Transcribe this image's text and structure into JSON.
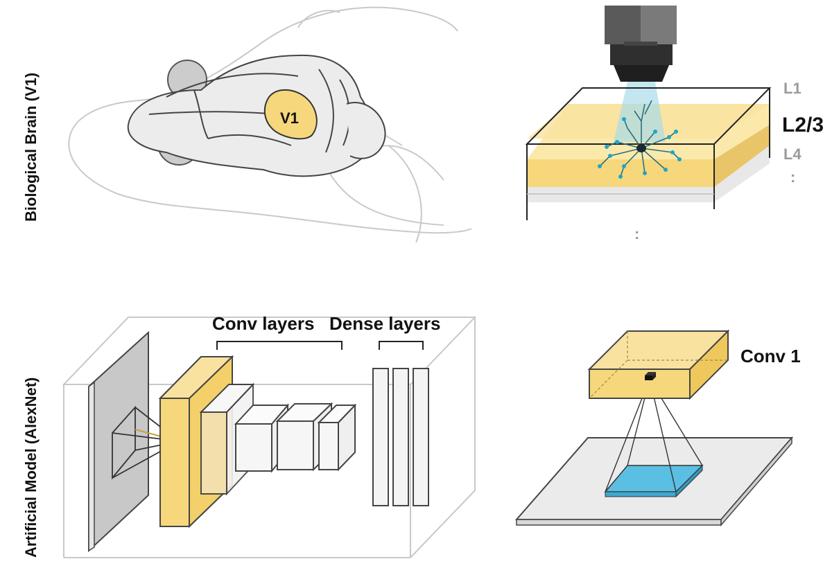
{
  "rows": {
    "top_label": "Biological Brain (V1)",
    "bottom_label": "Artificial Model (AlexNet)"
  },
  "brain": {
    "region_label": "V1"
  },
  "cortex": {
    "layers": [
      {
        "label": "L1",
        "color": "#9a9a9a"
      },
      {
        "label": "L2/3",
        "color": "#111111"
      },
      {
        "label": "L4",
        "color": "#9a9a9a"
      }
    ],
    "ellipsis": ":",
    "bottom_ellipsis": ":"
  },
  "alexnet": {
    "conv_label": "Conv layers",
    "dense_label": "Dense layers"
  },
  "conv1": {
    "label": "Conv 1"
  },
  "colors": {
    "yellow": "#f6d77b",
    "yellow_dark": "#e8bd4a",
    "blue": "#5bbfe3",
    "neuron": "#1fa6c9",
    "gray_plate": "#cfcfcf",
    "outline": "#3a3a3a",
    "light_outline": "#c8c8c8"
  },
  "icons": [
    "microscope-icon",
    "neuron-icon",
    "mouse-brain-icon"
  ]
}
